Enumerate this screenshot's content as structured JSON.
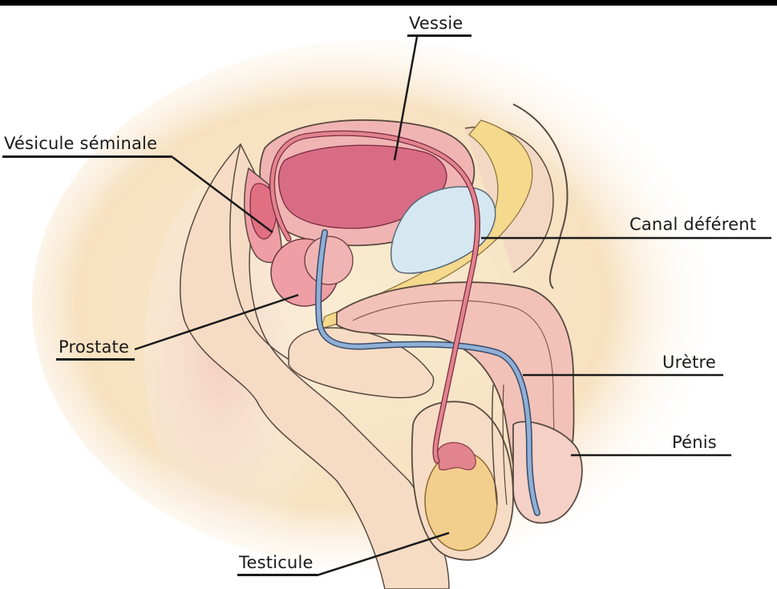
{
  "labels": {
    "vessie": "Vessie",
    "vesicule_seminale": "Vésicule séminale",
    "canal_deferent": "Canal déférent",
    "prostate": "Prostate",
    "uretre": "Urètre",
    "penis": "Pénis",
    "testicule": "Testicule"
  },
  "colors": {
    "background_glow": "#f7e4c4",
    "skin": "#f4d2c6",
    "flesh_pink": "#f0b5b3",
    "bladder": "#d96c85",
    "vas_deferens": "#e2848e",
    "urethra": "#8fb0d6",
    "pale_blue": "#d5e7f0",
    "testicle": "#f3cf8e",
    "yellow_band": "#f5d98c",
    "outline": "#3a3a3a",
    "label_text": "#1a1a1a"
  }
}
